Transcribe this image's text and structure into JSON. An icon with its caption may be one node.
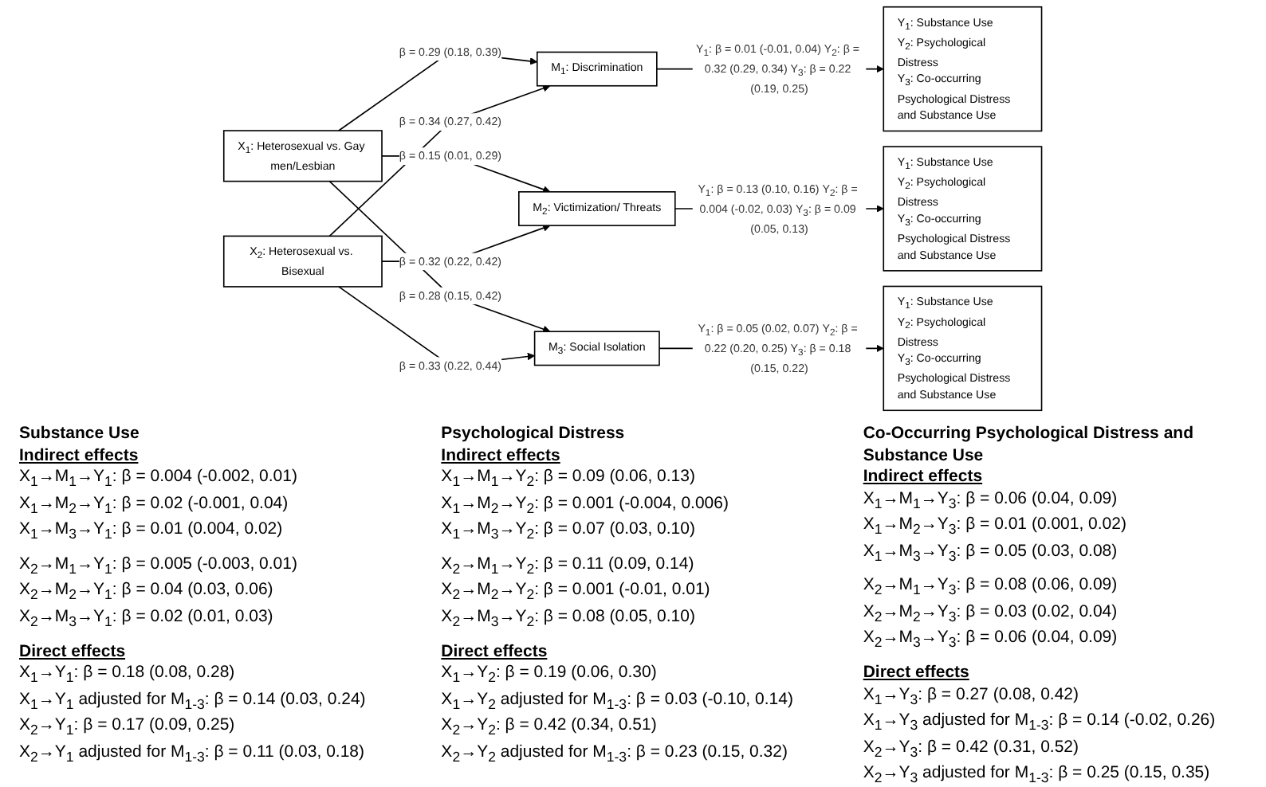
{
  "diagram": {
    "nodes": [
      {
        "text": [
          "X$_{1}$: Heterosexual vs. Gay men/Lesbian"
        ]
      },
      {
        "text": [
          "X$_{2}$: Heterosexual vs. Bisexual"
        ]
      },
      {
        "text": [
          "M$_{1}$: Discrimination"
        ]
      },
      {
        "text": [
          "M$_{2}$: Victimization/ Threats"
        ]
      },
      {
        "text": [
          "M$_{3}$: Social Isolation"
        ]
      },
      {
        "text": [
          "Y$_{1}$: Substance Use",
          "Y$_{2}$: Psychological Distress",
          "Y$_{3}$: Co-occurring Psychological Distress and Substance Use"
        ]
      },
      {
        "text": [
          "Y$_{1}$: Substance Use",
          "Y$_{2}$: Psychological Distress",
          "Y$_{3}$: Co-occurring Psychological Distress and Substance Use"
        ]
      },
      {
        "text": [
          "Y$_{1}$: Substance Use",
          "Y$_{2}$: Psychological Distress",
          "Y$_{3}$: Co-occurring Psychological Distress and Substance Use"
        ]
      }
    ],
    "edges": [
      {
        "from": 0,
        "to": 2,
        "arrow": "to",
        "label": "β = 0.29 (0.18, 0.39)"
      },
      {
        "from": 0,
        "to": 3,
        "arrow": "to",
        "label": "β = 0.15 (0.01, 0.29)"
      },
      {
        "from": 0,
        "to": 4,
        "arrow": "to",
        "label": "β = 0.28 (0.15, 0.42)"
      },
      {
        "from": 1,
        "to": 2,
        "arrow": "to",
        "label": "β = 0.34 (0.27, 0.42)"
      },
      {
        "from": 1,
        "to": 3,
        "arrow": "to",
        "label": "β = 0.32 (0.22, 0.42)"
      },
      {
        "from": 1,
        "to": 4,
        "arrow": "to",
        "label": "β = 0.33 (0.22, 0.44)"
      },
      {
        "from": 2,
        "to": 5,
        "arrow": "to",
        "label": "Y$_{1}$: β = 0.01 (-0.01, 0.04) Y$_{2}$: β = 0.32 (0.29, 0.34) Y$_{3}$: β = 0.22 (0.19, 0.25)"
      },
      {
        "from": 3,
        "to": 6,
        "arrow": "to",
        "label": "Y$_{1}$: β = 0.13 (0.10, 0.16) Y$_{2}$: β = 0.004 (-0.02, 0.03) Y$_{3}$: β = 0.09 (0.05, 0.13)"
      },
      {
        "from": 4,
        "to": 7,
        "arrow": "to",
        "label": "Y$_{1}$: β = 0.05 (0.02, 0.07) Y$_{2}$: β = 0.22 (0.20, 0.25) Y$_{3}$: β = 0.18 (0.15, 0.22)"
      }
    ],
    "labels": [
      "Substance Use",
      "Indirect effects",
      "X$_{1}$→M$_{1}$→Y$_{1}$: β = 0.004 (-0.002, 0.01)",
      "X$_{1}$→M$_{2}$→Y$_{1}$: β = 0.02 (-0.001, 0.04)",
      "X$_{1}$→M$_{3}$→Y$_{1}$: β = 0.01 (0.004, 0.02)",
      "X$_{2}$→M$_{1}$→Y$_{1}$: β = 0.005 (-0.003, 0.01)",
      "X$_{2}$→M$_{2}$→Y$_{1}$: β = 0.04 (0.03, 0.06)",
      "X$_{2}$→M$_{3}$→Y$_{1}$: β = 0.02 (0.01, 0.03)",
      "Direct effects",
      "X$_{1}$→Y$_{1}$: β = 0.18 (0.08, 0.28)",
      "X$_{1}$→Y$_{1}$ adjusted for M$_{1-3}$: β = 0.14 (0.03, 0.24)",
      "X$_{2}$→Y$_{1}$: β = 0.17 (0.09, 0.25)",
      "X$_{2}$→Y$_{1}$ adjusted for M$_{1-3}$: β = 0.11 (0.03, 0.18)",
      "Psychological Distress",
      "Indirect effects",
      "X$_{1}$→M$_{1}$→Y$_{2}$: β = 0.09 (0.06, 0.13)",
      "X$_{1}$→M$_{2}$→Y$_{2}$: β = 0.001 (-0.004, 0.006)",
      "X$_{1}$→M$_{3}$→Y$_{2}$: β = 0.07 (0.03, 0.10)",
      "X$_{2}$→M$_{1}$→Y$_{2}$: β = 0.11 (0.09, 0.14)",
      "X$_{2}$→M$_{2}$→Y$_{2}$: β = 0.001 (-0.01, 0.01)",
      "X$_{2}$→M$_{3}$→Y$_{2}$: β = 0.08 (0.05, 0.10)",
      "Direct effects",
      "X$_{1}$→Y$_{2}$: β = 0.19 (0.06, 0.30)",
      "X$_{1}$→Y$_{2}$ adjusted for M$_{1-3}$: β = 0.03 (-0.10, 0.14)",
      "X$_{2}$→Y$_{2}$: β = 0.42 (0.34, 0.51)",
      "X$_{2}$→Y$_{2}$ adjusted for M$_{1-3}$: β = 0.23 (0.15, 0.32)",
      "Co-Occurring Psychological Distress and Substance Use",
      "Indirect effects",
      "X$_{1}$→M$_{1}$→Y$_{3}$: β = 0.06 (0.04, 0.09)",
      "X$_{1}$→M$_{2}$→Y$_{3}$: β = 0.01 (0.001, 0.02)",
      "X$_{1}$→M$_{3}$→Y$_{3}$: β = 0.05 (0.03, 0.08)",
      "X$_{2}$→M$_{1}$→Y$_{3}$: β = 0.08 (0.06, 0.09)",
      "X$_{2}$→M$_{2}$→Y$_{3}$: β = 0.03 (0.02, 0.04)",
      "X$_{2}$→M$_{3}$→Y$_{3}$: β = 0.06 (0.04, 0.09)",
      "Direct effects",
      "X$_{1}$→Y$_{3}$: β = 0.27 (0.08, 0.42)",
      "X$_{1}$→Y$_{3}$ adjusted for M$_{1-3}$: β = 0.14 (-0.02, 0.26)",
      "X$_{2}$→Y$_{3}$: β = 0.42 (0.31, 0.52)",
      "X$_{2}$→Y$_{3}$ adjusted for M$_{1-3}$: β = 0.25 (0.15, 0.35)"
    ]
  }
}
